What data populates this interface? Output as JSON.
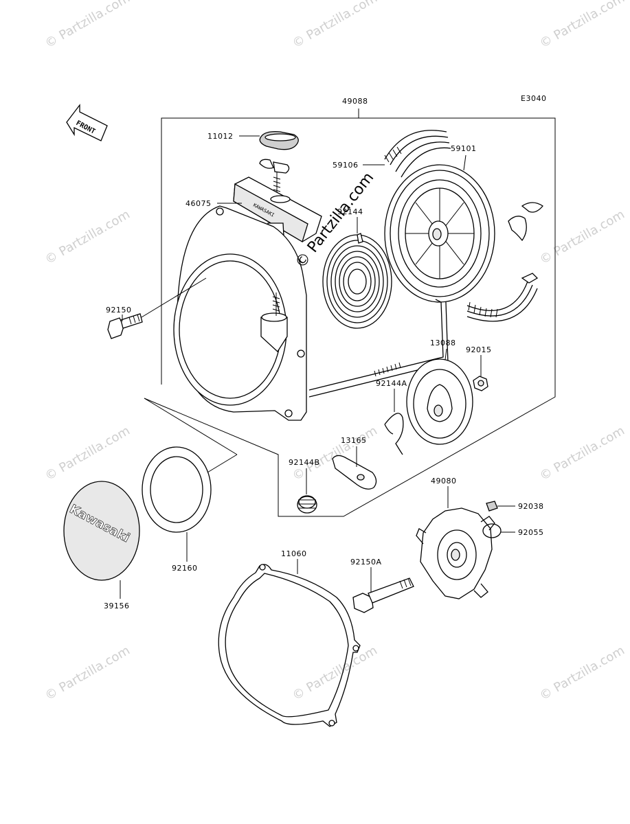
{
  "diagram_code": "E3040",
  "front_label": "FRONT",
  "brand_cover": "Kawasaki",
  "brand_handle": "KAWASAKI",
  "watermark": "© Partzilla.com",
  "center_watermark": "© Partzilla.com",
  "parts": {
    "p49088": "49088",
    "p11012": "11012",
    "p59101": "59101",
    "p59106": "59106",
    "p46075": "46075",
    "p92144": "92144",
    "p92150": "92150",
    "p13088": "13088",
    "p92015": "92015",
    "p92144A": "92144A",
    "p13165": "13165",
    "p92144B": "92144B",
    "p49080": "49080",
    "p92038": "92038",
    "p92055": "92055",
    "p11060": "11060",
    "p92150A": "92150A",
    "p92160": "92160",
    "p39156": "39156"
  }
}
